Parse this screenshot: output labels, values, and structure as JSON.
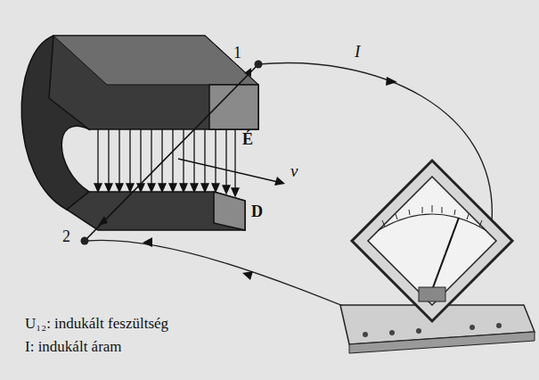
{
  "diagram": {
    "labels": [
      "1",
      "É",
      "v",
      "D",
      "2",
      "I",
      "U₁₂: indukált feszültség",
      "I: indukált áram"
    ]
  }
}
